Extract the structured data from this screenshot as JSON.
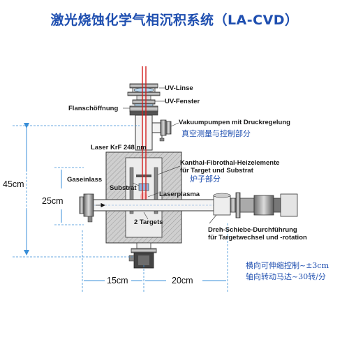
{
  "title": "激光烧蚀化学气相沉积系统（LA-CVD）",
  "labels": {
    "uv_linse": "UV-Linse",
    "uv_fenster": "UV-Fenster",
    "flanschoeffnung": "Flanschöffnung",
    "vakuumpumpen": "Vakuumpumpen mit Druckregelung",
    "vakuum_cn": "真空测量与控制部分",
    "laser": "Laser KrF 248 nm",
    "kanthal_line1": "Kanthal-Fibrothal-Heizelemente",
    "kanthal_line2": "für Target und Substrat",
    "ofen_cn": "炉子部分",
    "gaseinlass": "Gaseinlass",
    "substrat": "Substrat",
    "laserplasma": "Laserplasma",
    "targets": "2 Targets",
    "dreh_line1": "Dreh-Schiebe-Durchführung",
    "dreh_line2": "für Targetwechsel und -rotation",
    "horiz_cn1": "横向可伸缩控制~±3cm",
    "horiz_cn2": "轴向转动马达~30转/分"
  },
  "dimensions": {
    "d45": "45cm",
    "d25": "25cm",
    "d15": "15cm",
    "d20": "20cm"
  },
  "colors": {
    "title": "#1f4fb0",
    "chinese_notes": "#1f4fb0",
    "dimension_lines": "#3a8fd8",
    "laser_beam": "#d22020",
    "chamber_fill": "#c9c9c9",
    "metal": "#888888"
  }
}
